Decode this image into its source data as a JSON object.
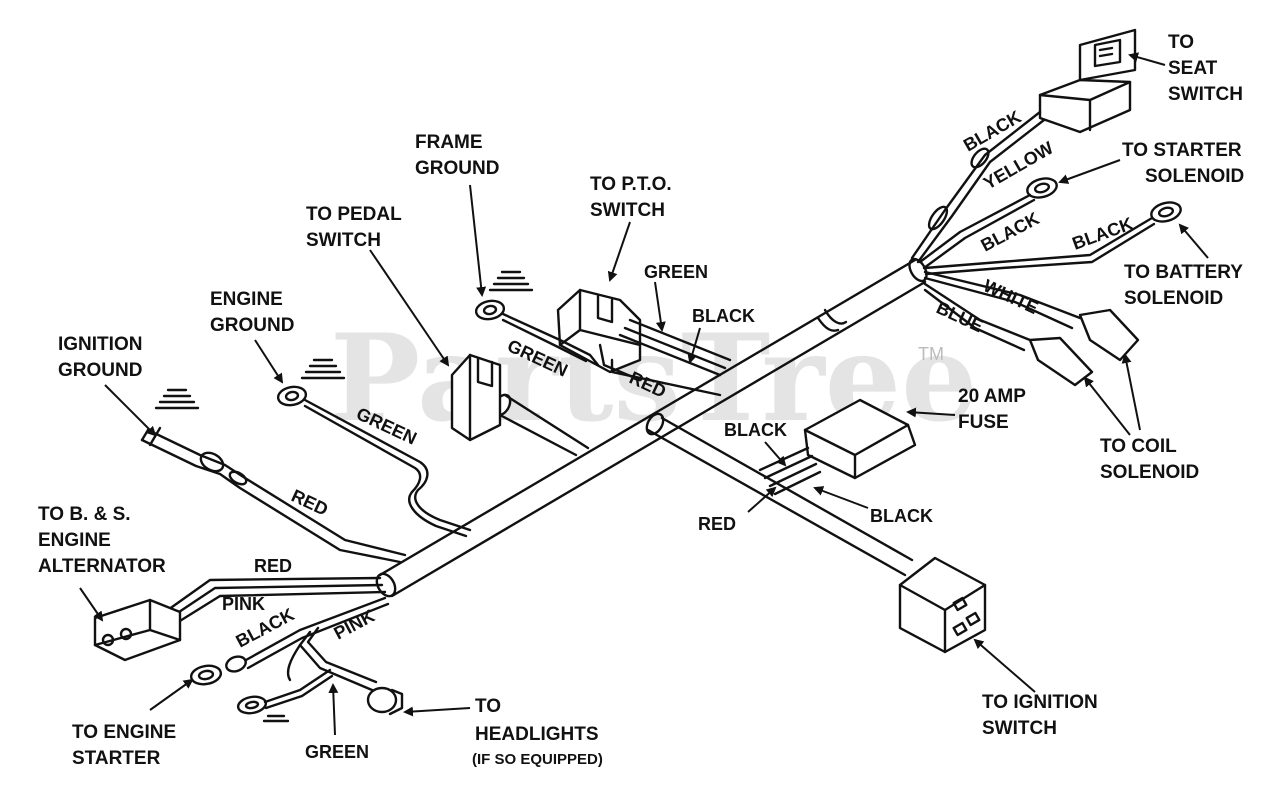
{
  "watermark": {
    "text": "PartsTree",
    "tm": "TM"
  },
  "callouts": {
    "frame_ground": [
      "FRAME",
      "GROUND"
    ],
    "pto_switch": [
      "TO P.T.O.",
      "SWITCH"
    ],
    "pedal_switch": [
      "TO PEDAL",
      "SWITCH"
    ],
    "engine_ground": [
      "ENGINE",
      "GROUND"
    ],
    "ignition_ground": [
      "IGNITION",
      "GROUND"
    ],
    "bs_alternator": [
      "TO B. & S.",
      "ENGINE",
      "ALTERNATOR"
    ],
    "engine_starter": [
      "TO ENGINE",
      "STARTER"
    ],
    "headlights": [
      "TO",
      "HEADLIGHTS",
      "(IF SO EQUIPPED)"
    ],
    "seat_switch": [
      "TO",
      "SEAT",
      "SWITCH"
    ],
    "starter_solenoid": [
      "TO STARTER",
      "SOLENOID"
    ],
    "battery_solenoid": [
      "TO BATTERY",
      "SOLENOID"
    ],
    "coil_solenoid": [
      "TO COIL",
      "SOLENOID"
    ],
    "fuse": [
      "20 AMP",
      "FUSE"
    ],
    "ignition_switch": [
      "TO IGNITION",
      "SWITCH"
    ]
  },
  "wires": {
    "seat_black": "BLACK",
    "seat_yellow": "YELLOW",
    "starter_black": "BLACK",
    "battery_black": "BLACK",
    "coil_white": "WHITE",
    "coil_blue": "BLUE",
    "pto_green": "GREEN",
    "pto_black": "BLACK",
    "frame_green": "GREEN",
    "pto_red": "RED",
    "engine_green": "GREEN",
    "ignition_red": "RED",
    "alt_red": "RED",
    "alt_pink": "PINK",
    "starter_black_lower": "BLACK",
    "head_pink": "PINK",
    "head_green": "GREEN",
    "fuse_black_top": "BLACK",
    "fuse_black_bottom": "BLACK",
    "fuse_red": "RED"
  }
}
